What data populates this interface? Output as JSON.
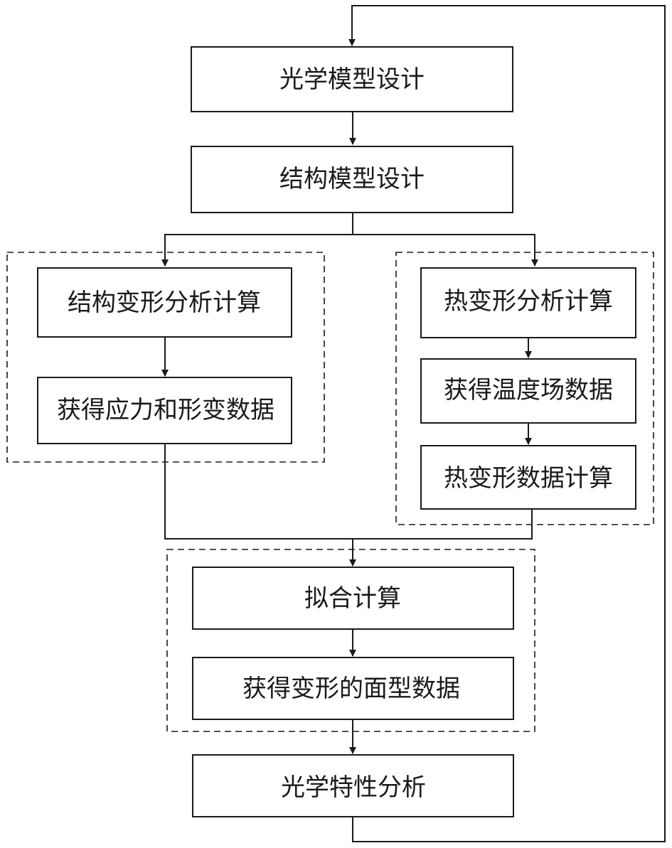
{
  "nodes": {
    "optical_model_design": "光学模型设计",
    "structural_model_design": "结构模型设计",
    "structural_deformation_calc": "结构变形分析计算",
    "stress_deformation_data": "获得应力和形变数据",
    "thermal_deformation_calc": "热变形分析计算",
    "temperature_field_data": "获得温度场数据",
    "thermal_deformation_data_calc": "热变形数据计算",
    "fitting_calc": "拟合计算",
    "surface_shape_data": "获得变形的面型数据",
    "optical_performance_analysis": "光学特性分析"
  },
  "edges": [
    {
      "from": "optical_model_design",
      "to": "structural_model_design"
    },
    {
      "from": "structural_model_design",
      "to": "structural_deformation_calc"
    },
    {
      "from": "structural_model_design",
      "to": "thermal_deformation_calc"
    },
    {
      "from": "structural_deformation_calc",
      "to": "stress_deformation_data"
    },
    {
      "from": "thermal_deformation_calc",
      "to": "temperature_field_data"
    },
    {
      "from": "temperature_field_data",
      "to": "thermal_deformation_data_calc"
    },
    {
      "from": "stress_deformation_data",
      "to": "fitting_calc"
    },
    {
      "from": "thermal_deformation_data_calc",
      "to": "fitting_calc"
    },
    {
      "from": "fitting_calc",
      "to": "surface_shape_data"
    },
    {
      "from": "surface_shape_data",
      "to": "optical_performance_analysis"
    },
    {
      "from": "optical_performance_analysis",
      "to": "optical_model_design"
    }
  ],
  "colors": {
    "stroke": "#1a1a1a",
    "fill": "#ffffff"
  }
}
